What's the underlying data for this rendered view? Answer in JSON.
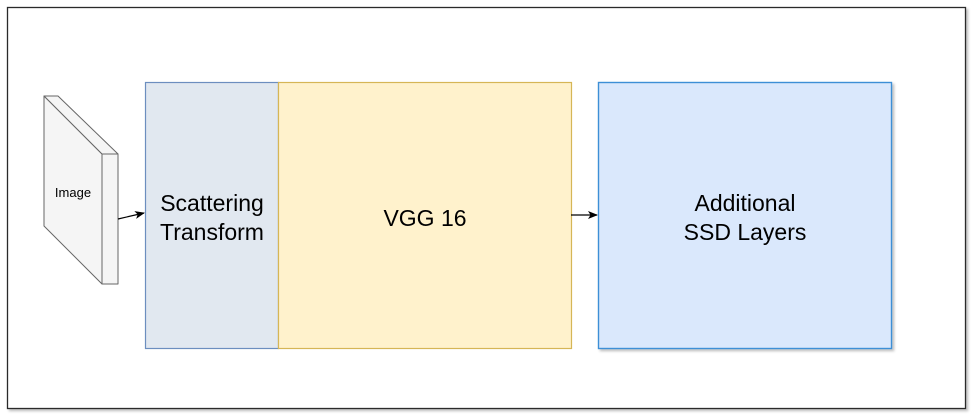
{
  "diagram": {
    "nodes": {
      "image": {
        "label": "Image"
      },
      "scattering": {
        "label_lines": [
          "Scattering",
          "Transform"
        ]
      },
      "vgg": {
        "label": "VGG 16"
      },
      "ssd": {
        "label_lines": [
          "Additional",
          "SSD Layers"
        ]
      }
    },
    "edges": [
      {
        "from": "image",
        "to": "scattering"
      },
      {
        "from": "vgg",
        "to": "ssd"
      }
    ],
    "colors": {
      "frame_stroke": "#2b2b2b",
      "scattering_fill": "#e1e8f0",
      "scattering_stroke": "#6c8ebf",
      "vgg_fill": "#fff2cc",
      "vgg_stroke": "#d6b656",
      "ssd_fill": "#dae8fc",
      "ssd_stroke": "#3d8fd6",
      "image_fill": "#f5f5f5",
      "image_stroke": "#666666"
    }
  }
}
